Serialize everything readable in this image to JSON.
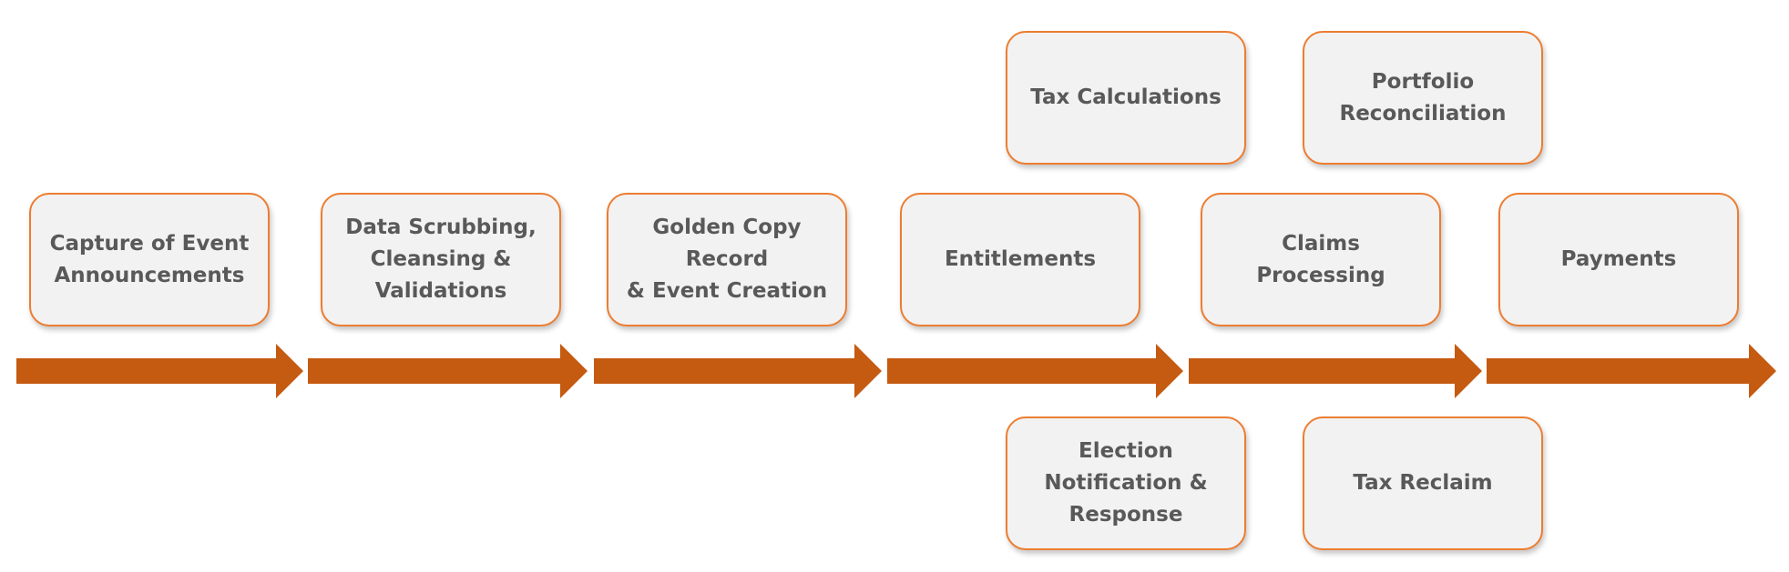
{
  "colors": {
    "box_fill": "#f2f2f2",
    "box_border": "#ed7d31",
    "box_text": "#595959",
    "arrow": "#c55a11"
  },
  "steps": {
    "capture": "Capture of Event\nAnnouncements",
    "scrubbing": "Data Scrubbing,\nCleansing &\nValidations",
    "golden_copy": "Golden Copy\nRecord\n& Event Creation",
    "entitlements": "Entitlements",
    "claims": "Claims Processing",
    "payments": "Payments"
  },
  "branches": {
    "tax_calculations": "Tax Calculations",
    "portfolio_reconciliation": "Portfolio\nReconciliation",
    "election_notification": "Election\nNotification &\nResponse",
    "tax_reclaim": "Tax Reclaim"
  }
}
